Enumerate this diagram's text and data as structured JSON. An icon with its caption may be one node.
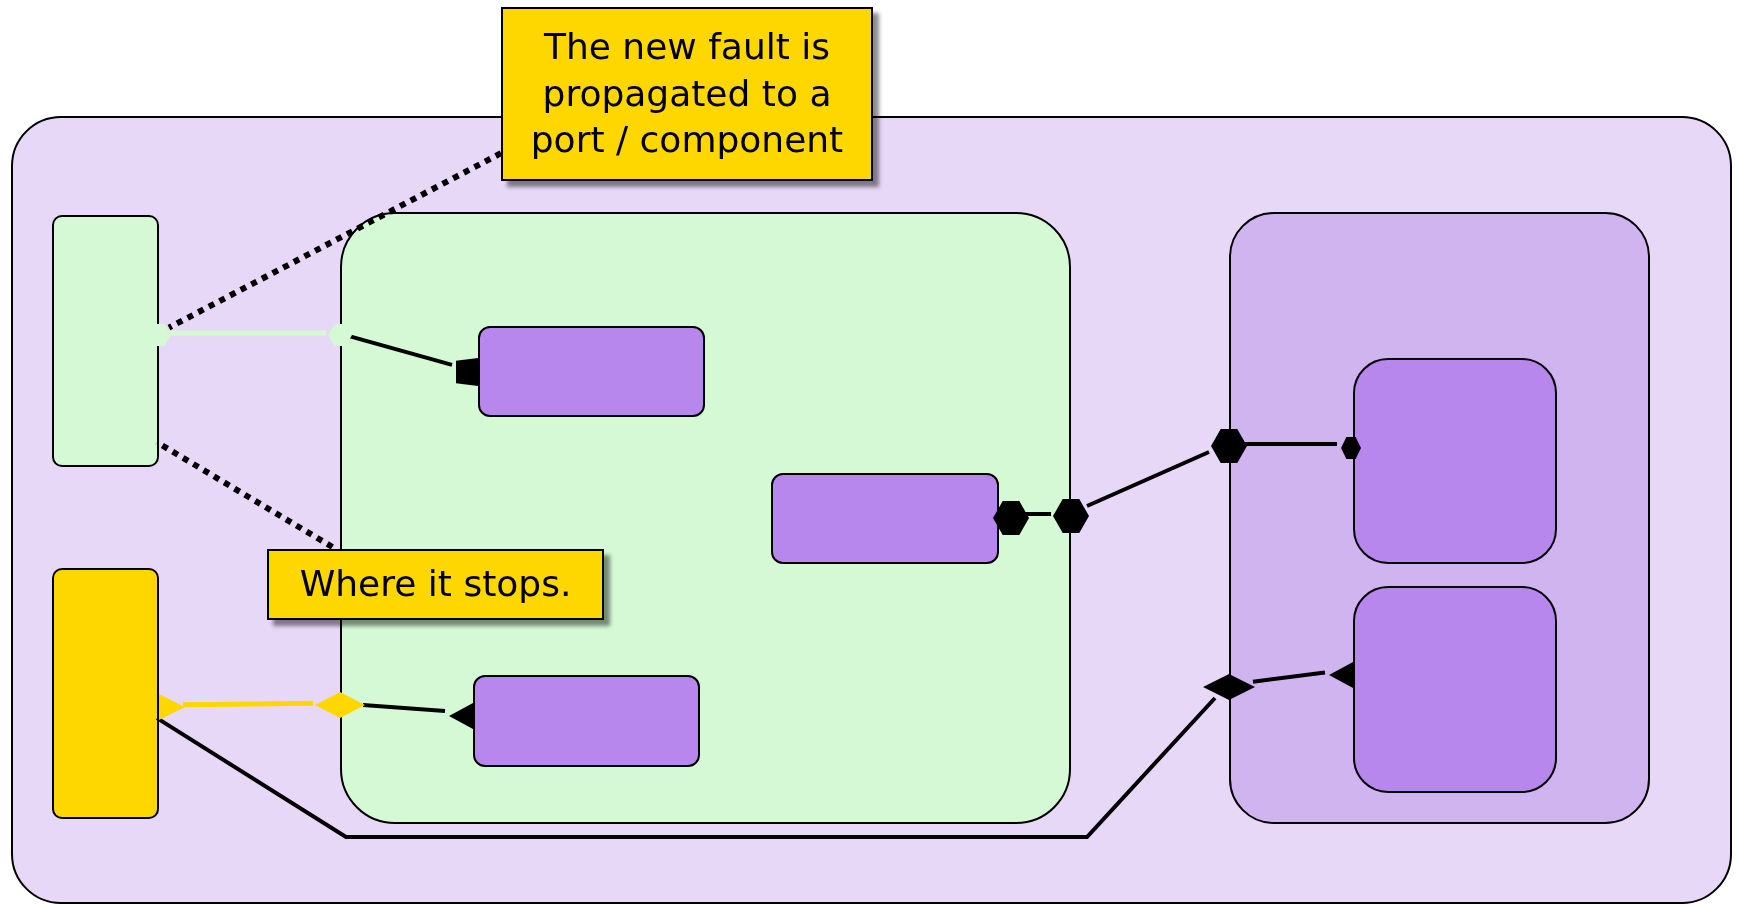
{
  "diagram": {
    "nodes": [
      {
        "text": [],
        "shape": "box"
      },
      {
        "text": [],
        "shape": "box",
        "in": 0
      },
      {
        "text": [],
        "shape": "box",
        "in": 0
      },
      {
        "text": [],
        "shape": "box",
        "in": 0
      },
      {
        "text": [],
        "shape": "box",
        "in": 3
      },
      {
        "text": [],
        "shape": "box",
        "in": 3
      },
      {
        "text": [],
        "shape": "box",
        "in": 3
      },
      {
        "text": [],
        "shape": "box",
        "in": 0
      },
      {
        "text": [],
        "shape": "box",
        "in": 7
      },
      {
        "text": [],
        "shape": "box",
        "in": 7
      },
      {
        "text": [
          "The new fault is propagated to a port / component"
        ]
      },
      {
        "text": [
          "Where it stops."
        ],
        "in": 0
      },
      {
        "text": [],
        "shape": "hexagon",
        "in": 0
      },
      {
        "text": [],
        "shape": "hexagon",
        "in": 0
      },
      {
        "text": [],
        "shape": "box",
        "in": 3
      },
      {
        "text": [],
        "shape": "hexagon",
        "in": 3
      },
      {
        "text": [],
        "shape": "hexagon",
        "in": 0
      },
      {
        "text": [],
        "shape": "hexagon",
        "in": 0
      },
      {
        "text": [],
        "shape": "hexagon",
        "in": 7
      },
      {
        "text": [],
        "shape": "triangle",
        "in": 0
      },
      {
        "text": [],
        "shape": "diamond",
        "in": 0
      },
      {
        "text": [],
        "shape": "triangle",
        "in": 3
      },
      {
        "text": [],
        "shape": "diamond",
        "in": 0
      },
      {
        "text": [],
        "shape": "triangle",
        "in": 7
      }
    ],
    "edges": [
      {
        "from": 12,
        "to": 13,
        "arrow": "none",
        "color": "#d4f9d4"
      },
      {
        "from": 13,
        "to": 14,
        "arrow": "none"
      },
      {
        "from": 15,
        "to": 16,
        "arrow": "none"
      },
      {
        "from": 16,
        "to": 17,
        "arrow": "none"
      },
      {
        "from": 17,
        "to": 18,
        "arrow": "none"
      },
      {
        "from": 19,
        "to": 20,
        "arrow": "none",
        "color": "#ffd700"
      },
      {
        "from": 20,
        "to": 21,
        "arrow": "none"
      },
      {
        "from": 2,
        "to": 22,
        "arrow": "none"
      },
      {
        "from": 22,
        "to": 23,
        "arrow": "none"
      },
      {
        "from": 10,
        "to": 12,
        "arrow": "none",
        "style": "dashed"
      },
      {
        "from": 11,
        "to": 1,
        "arrow": "none",
        "style": "dashed"
      }
    ]
  }
}
